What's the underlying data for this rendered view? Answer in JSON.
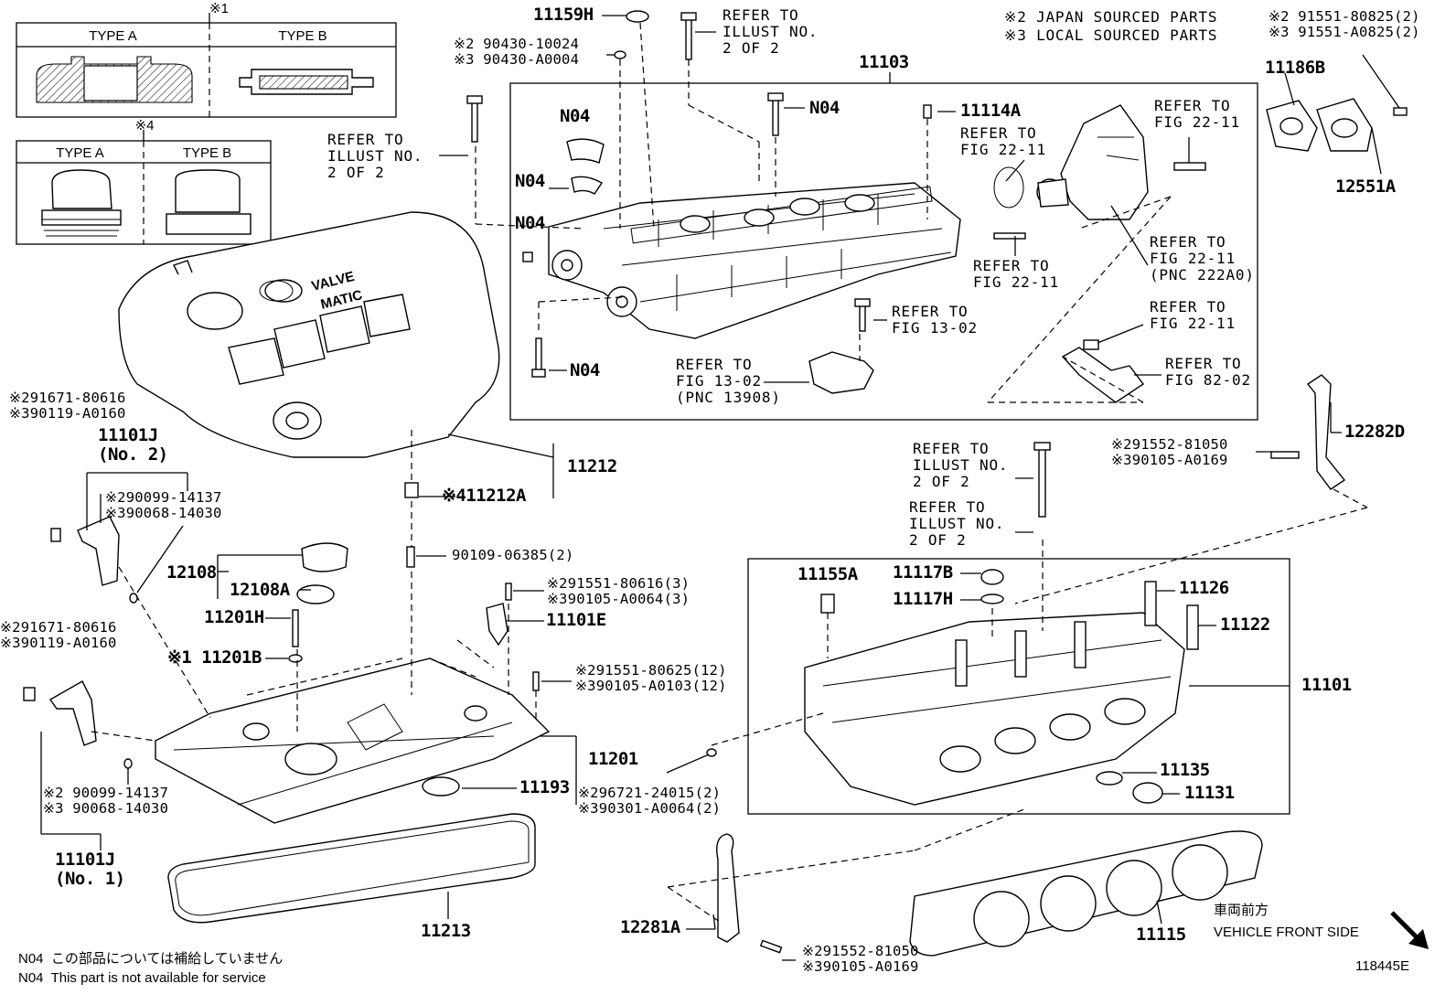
{
  "legend": {
    "japan": "※2 JAPAN SOURCED PARTS",
    "local": "※3 LOCAL SOURCED PARTS"
  },
  "type_box_1": {
    "marker": "※1",
    "col_a": "TYPE A",
    "col_b": "TYPE B"
  },
  "type_box_4": {
    "marker": "※4",
    "col_a": "TYPE A",
    "col_b": "TYPE B"
  },
  "labels": {
    "p11159H": "11159H",
    "ref_top_1": "REFER TO\nILLUST NO.\n2 OF 2",
    "bolt_top_a": "※2 90430-10024\n※3 90430-A0004",
    "p11103": "11103",
    "ref_left_1": "REFER TO\nILLUST NO.\n2 OF 2",
    "n04_a": "N04",
    "n04_b": "N04",
    "n04_c": "N04",
    "n04_d": "N04",
    "n04_e": "N04",
    "p11114A": "11114A",
    "ref_22_11_a": "REFER TO\nFIG 22-11",
    "ref_22_11_b": "REFER TO\nFIG 22-11",
    "ref_22_11_c": "REFER TO\nFIG 22-11",
    "ref_22_11_d": "REFER TO\nFIG 22-11\n(PNC 222A0)",
    "ref_22_11_e": "REFER TO\nFIG 22-11",
    "ref_82_02": "REFER TO\nFIG 82-02",
    "ref_13_02_a": "REFER TO\nFIG 13-02",
    "ref_13_02_b": "REFER TO\nFIG 13-02\n(PNC 13908)",
    "bolt_top_right": "※2 91551-80825(2)\n※3 91551-A0825(2)",
    "p11186B": "11186B",
    "p12551A": "12551A",
    "osv_no2_bolt": "※291671-80616\n※390119-A0160",
    "p11101J_2": "11101J\n(No. 2)",
    "oring_no2": "※290099-14137\n※390068-14030",
    "p11212": "11212",
    "p11212A": "※411212A",
    "p12108": "12108",
    "p12108A": "12108A",
    "stud_90109": "90109-06385(2)",
    "bolt_616_3": "※291551-80616(3)\n※390105-A0064(3)",
    "p11101E": "11101E",
    "p11201H": "11201H",
    "p11201B": "※1 11201B",
    "osv_no1_bolt": "※291671-80616\n※390119-A0160",
    "bolt_625_12": "※291551-80625(12)\n※390105-A0103(12)",
    "p11201": "11201",
    "p11193": "11193",
    "oring_no1": "※2 90099-14137\n※3 90068-14030",
    "p11101J_1": "11101J\n(No. 1)",
    "p11213": "11213",
    "plug_96721": "※296721-24015(2)\n※390301-A0064(2)",
    "bolt_81050_top": "※291552-81050\n※390105-A0169",
    "p12282D": "12282D",
    "ref_illust_a": "REFER TO\nILLUST NO.\n2 OF 2",
    "ref_illust_b": "REFER TO\nILLUST NO.\n2 OF 2",
    "p11155A": "11155A",
    "p11117B": "11117B",
    "p11117H": "11117H",
    "p11126": "11126",
    "p11122": "11122",
    "p11101": "11101",
    "p11135": "11135",
    "p11131": "11131",
    "p12281A": "12281A",
    "bolt_81050_bot": "※291552-81050\n※390105-A0169",
    "p11115": "11115",
    "front_jp": "車両前方",
    "front_en": "VEHICLE FRONT SIDE",
    "footnote_jp": "N04  この部品については補給していません",
    "footnote_en": "N04  This part is not available for service",
    "illus_no": "118445E",
    "cover_text_1": "VALVE",
    "cover_text_2": "MATIC"
  }
}
